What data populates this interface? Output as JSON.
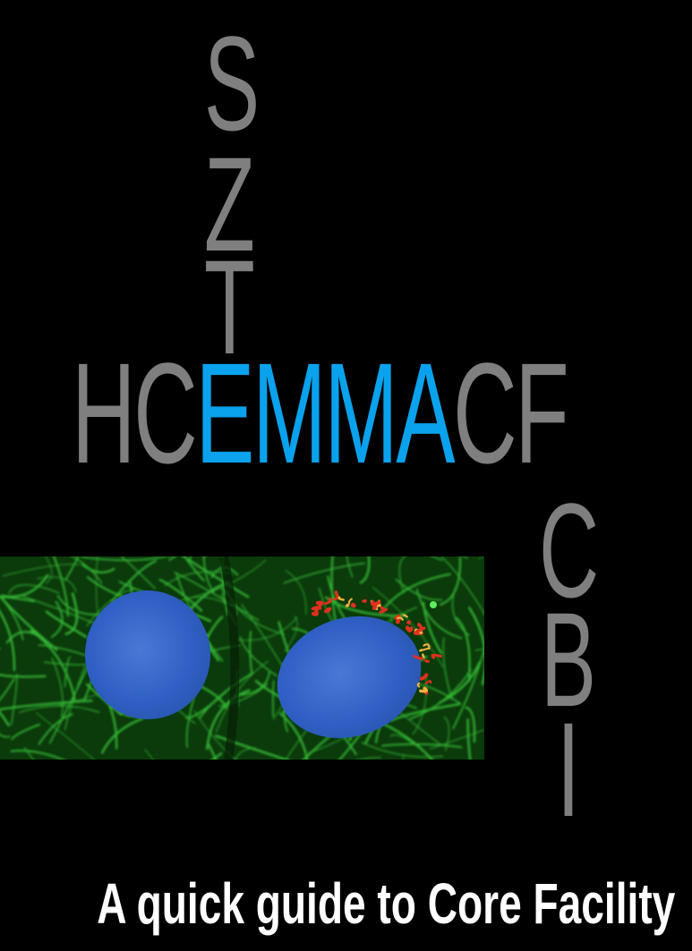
{
  "vertical_top": {
    "letters": [
      "S",
      "Z",
      "T"
    ]
  },
  "horizontal": {
    "prefix": "HC",
    "highlight": "EMMA",
    "suffix": "CF"
  },
  "vertical_bottom": {
    "letters": [
      "C",
      "B",
      "I"
    ]
  },
  "tagline": "A quick guide to Core Facility",
  "colors": {
    "background": "#000000",
    "gray_text": "#7f7f7f",
    "blue_highlight": "#0aa2ec",
    "tagline": "#ffffff"
  },
  "image": {
    "subject": "fluorescence micrograph of two cells"
  }
}
